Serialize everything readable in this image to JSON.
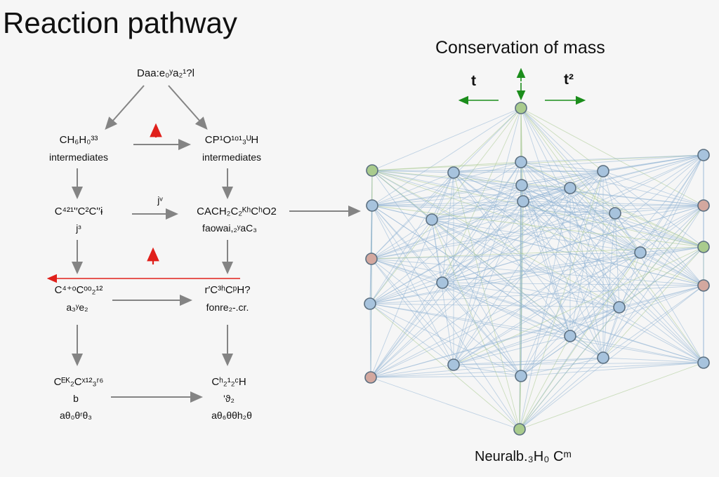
{
  "title": "Reaction pathway",
  "right_title": "Conservation of mass",
  "network_caption": "Neuralb.₃H₀ Cᵐ",
  "pathway": {
    "top": "Daa:e₀ʸa₂¹?l",
    "left": [
      {
        "formula": "CH₆H₀³³",
        "sub": "intermediates"
      },
      {
        "formula": "C⁴²¹ʹ′C²Cʹ′ɨ",
        "sub": "jᶟ"
      },
      {
        "formula": "C⁴⁺ᵒCᵒᵒ₂¹²",
        "sub": "a₃ʸe₂"
      },
      {
        "formula": "Cᴱᴷ₂Cˣ¹²₃ʳ⁶",
        "sub": "b"
      }
    ],
    "right": [
      {
        "formula": "CP¹O¹ᵒ¹₃ᵁH",
        "sub": "intermediates"
      },
      {
        "formula": "CACH₂C₂ᴷʰCʰO2",
        "sub": "faowai,₂ʸaC₃"
      },
      {
        "formula": "r′C³ʰCᵖH?",
        "sub": "fonre₂-.cr."
      },
      {
        "formula": "Cʰ₂¹₂ᶜH",
        "sub": "ʹϑ₂"
      }
    ],
    "bottom_left_label": "aθ₀θʳθ₃",
    "bottom_right_label": "aθ₆θθh₂θ",
    "mid_mark": "jᵛ"
  },
  "conservation": {
    "left_label": "t",
    "right_label": "t²"
  },
  "colors": {
    "arrow_gray": "#848484",
    "red": "#e0201b",
    "green": "#1b8d1b",
    "edge_blue": "#8fb3d3",
    "edge_green": "#a8c98e",
    "node_blue": "#a7c3dd",
    "node_green": "#a9cb8d",
    "node_red": "#d3a89f",
    "node_stroke": "#5b6f80"
  }
}
